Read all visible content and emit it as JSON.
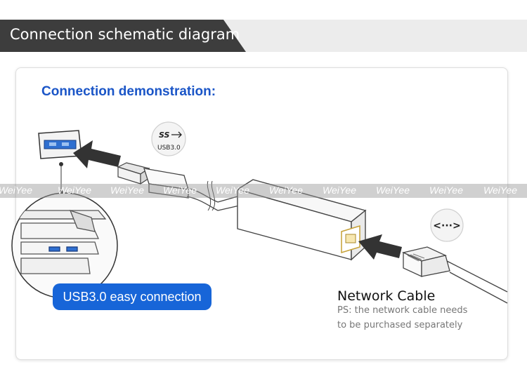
{
  "header": {
    "title": "Connection schematic diagram"
  },
  "diagram": {
    "title": "Connection demonstration:",
    "usb_badge": "USB3.0 easy connection",
    "usb_icon_label": "USB3.0",
    "usb_icon_logo": "SS",
    "network_cable_label": "Network Cable",
    "note_line1": "PS: the network cable needs",
    "note_line2": "to be purchased separately",
    "network_icon": "<···>",
    "watermark": "WeiYee"
  },
  "colors": {
    "header_bg": "#3d3d3d",
    "title_blue": "#1a55c7",
    "badge_blue": "#1765d8",
    "port_blue": "#2f6fd0"
  }
}
